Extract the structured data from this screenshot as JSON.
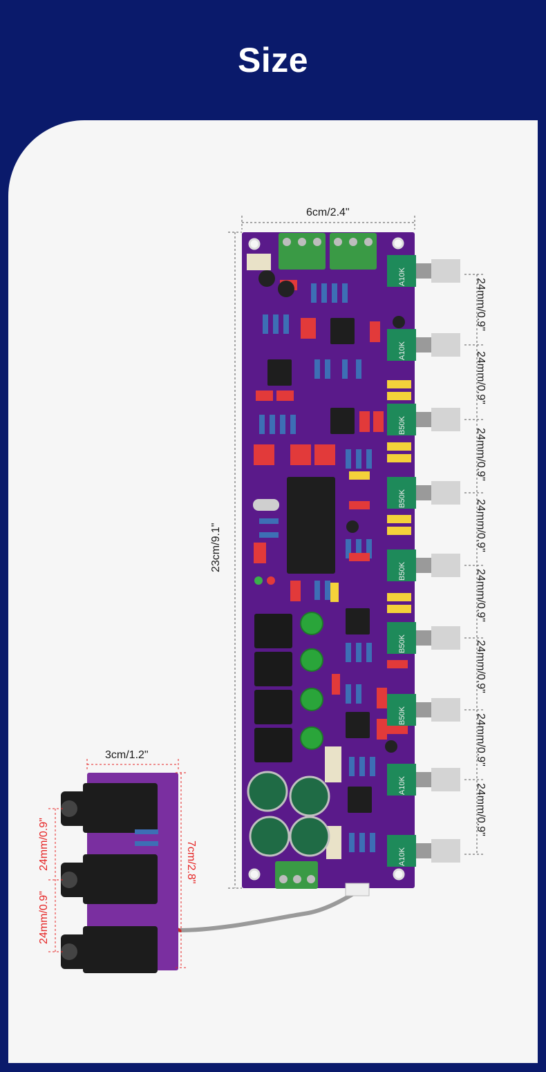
{
  "header": {
    "title": "Size"
  },
  "main_board": {
    "width_label": "6cm/2.4\"",
    "height_label": "23cm/9.1\"",
    "knob_spacing_labels": [
      "24mm/0.9\"",
      "24mm/0.9\"",
      "24mm/0.9\"",
      "24mm/0.9\"",
      "24mm/0.9\"",
      "24mm/0.9\"",
      "24mm/0.9\"",
      "24mm/0.9\""
    ],
    "knob_labels": [
      "A10K",
      "A10K",
      "B50K",
      "B50K",
      "B50K",
      "B50K",
      "B50K",
      "A10K",
      "A10K"
    ]
  },
  "jack_board": {
    "width_label": "3cm/1.2\"",
    "height_label": "7cm/2.8\"",
    "jack_spacing_labels": [
      "24mm/0.9\"",
      "24mm/0.9\""
    ]
  },
  "colors": {
    "background": "#0a1a6b",
    "panel": "#f6f6f6",
    "pcb": "#5a1a8a",
    "dimension_red": "#e52424"
  }
}
